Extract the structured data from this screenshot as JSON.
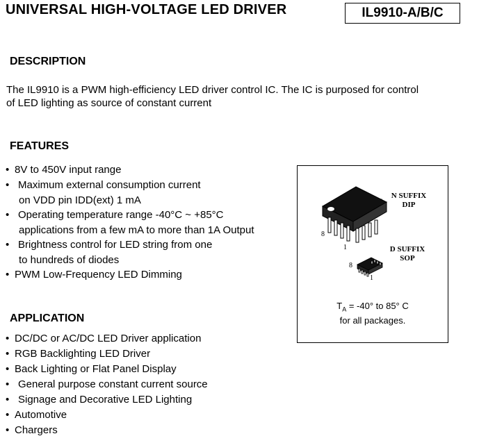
{
  "header": {
    "title": "UNIVERSAL HIGH-VOLTAGE LED DRIVER",
    "part_number": "IL9910-A/B/C"
  },
  "description": {
    "heading": "DESCRIPTION",
    "line1": "The IL9910 is a PWM high-efficiency LED driver control IC. The IC is purposed for control",
    "line2": "of LED lighting as source of constant current"
  },
  "features": {
    "heading": "FEATURES",
    "items": [
      {
        "text": "8V to 450V input range"
      },
      {
        "text": "Maximum external consumption current",
        "cont": "on VDD pin IDD(ext) 1 mA"
      },
      {
        "text": "Operating temperature range -40°C ~ +85°C",
        "cont": "applications from a few mA to more than 1A Output"
      },
      {
        "text": "Brightness control for LED string from one",
        "cont": "to hundreds of diodes"
      },
      {
        "text": "PWM Low-Frequency LED Dimming"
      }
    ]
  },
  "application": {
    "heading": "APPLICATION",
    "items": [
      "DC/DC or AC/DC LED Driver application",
      "RGB Backlighting LED Driver",
      "Back Lighting or Flat Panel Display",
      "General purpose constant current source",
      "Signage and Decorative LED Lighting",
      "Automotive",
      "Chargers"
    ]
  },
  "packages": {
    "n_suffix": "N SUFFIX",
    "n_type": "DIP",
    "d_suffix": "D SUFFIX",
    "d_type": "SOP",
    "dip_pin8": "8",
    "dip_pin1": "1",
    "sop_pin8": "8",
    "sop_pin1": "1",
    "temp_symbol": "T",
    "temp_sub": "A",
    "temp_range": " = -40° to 85° C",
    "temp_note": "for all packages."
  }
}
